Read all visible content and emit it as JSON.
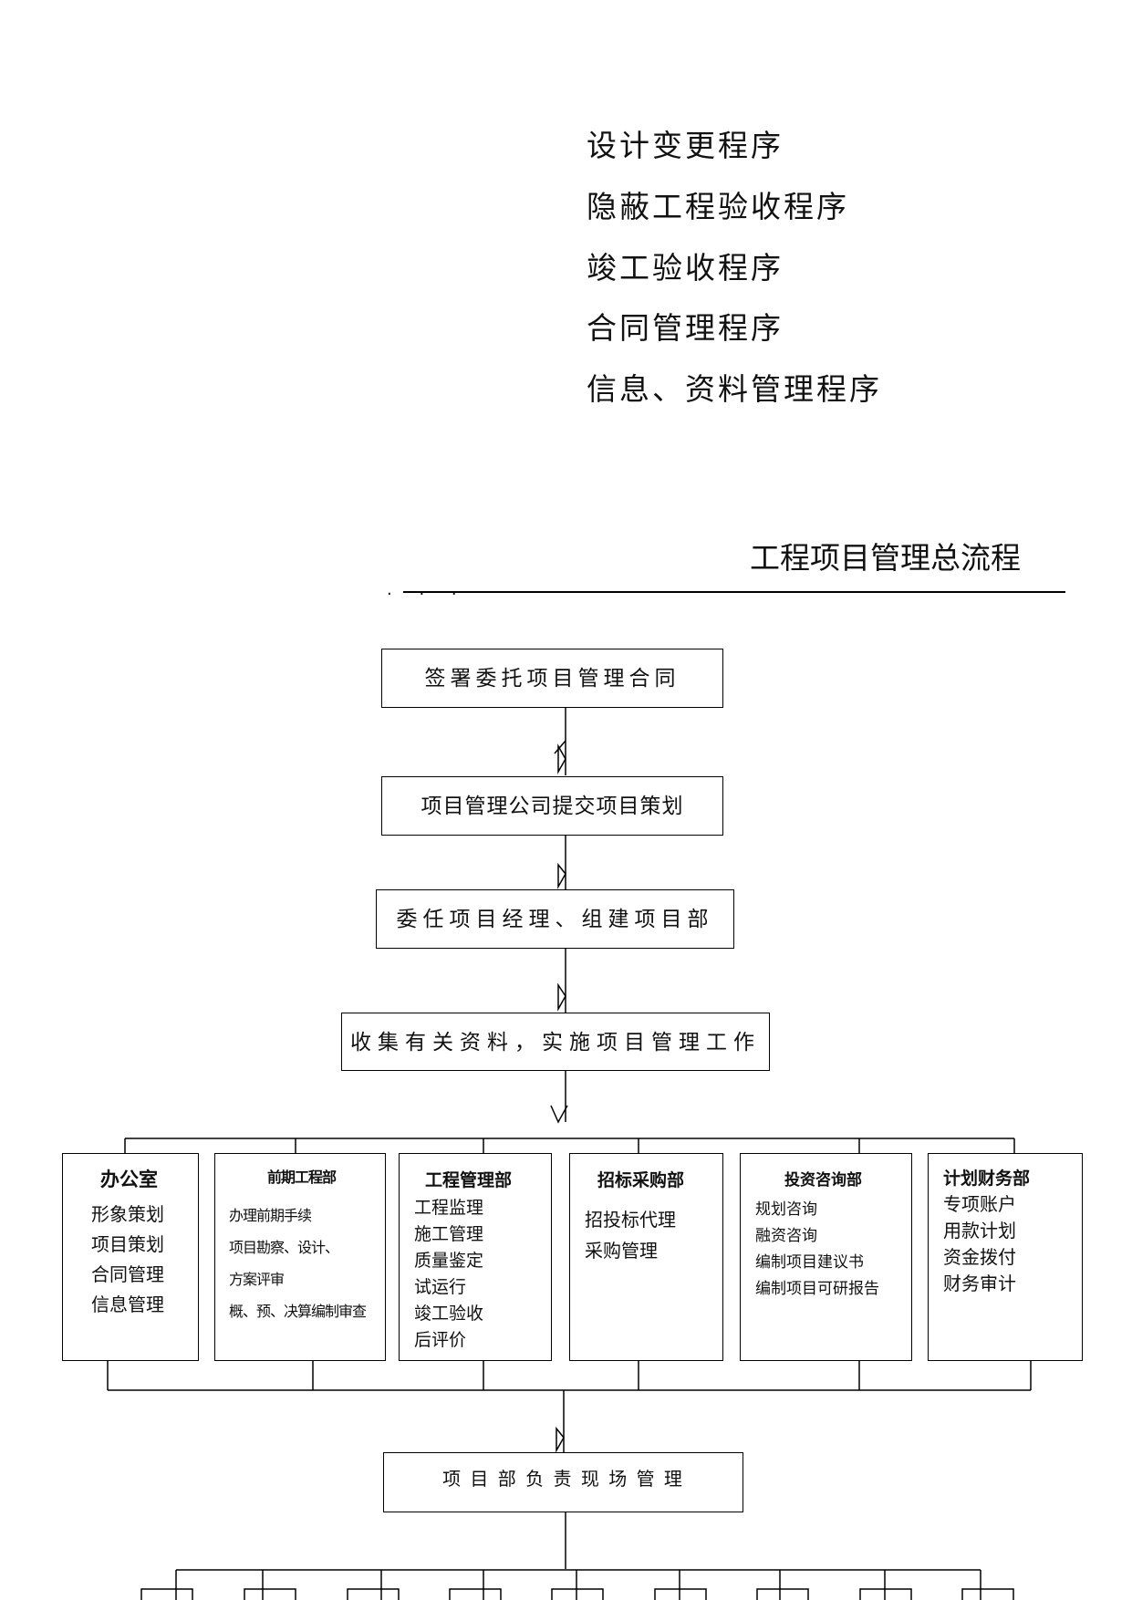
{
  "procedure_list": [
    "设计变更程序",
    "隐蔽工程验收程序",
    "竣工验收程序",
    "合同管理程序",
    "信息、资料管理程序"
  ],
  "flow_title": "工程项目管理总流程",
  "title_dots": "· · ·",
  "steps": [
    "签署委托项目管理合同",
    "项目管理公司提交项目策划",
    "委任项目经理、组建项目部",
    "收集有关资料，实施项目管理工作"
  ],
  "departments": [
    {
      "title": "办公室",
      "items": [
        "形象策划",
        "项目策划",
        "合同管理",
        "信息管理"
      ]
    },
    {
      "title": "前期工程部",
      "items": [
        "办理前期手续",
        "项目勘察、设计、",
        "方案评审",
        "概、预、决算编制审查"
      ]
    },
    {
      "title": "工程管理部",
      "items": [
        "工程监理",
        "施工管理",
        "质量鉴定",
        "试运行",
        "竣工验收",
        "后评价"
      ]
    },
    {
      "title": "招标采购部",
      "items": [
        "招投标代理",
        "采购管理"
      ]
    },
    {
      "title": "投资咨询部",
      "items": [
        "规划咨询",
        "融资咨询",
        "编制项目建议书",
        "编制项目可研报告"
      ]
    },
    {
      "title": "计划财务部",
      "items": [
        "专项账户",
        "用款计划",
        "资金拨付",
        "财务审计"
      ]
    }
  ],
  "site_management": "项 目 部 负 责 现 场 管 理"
}
